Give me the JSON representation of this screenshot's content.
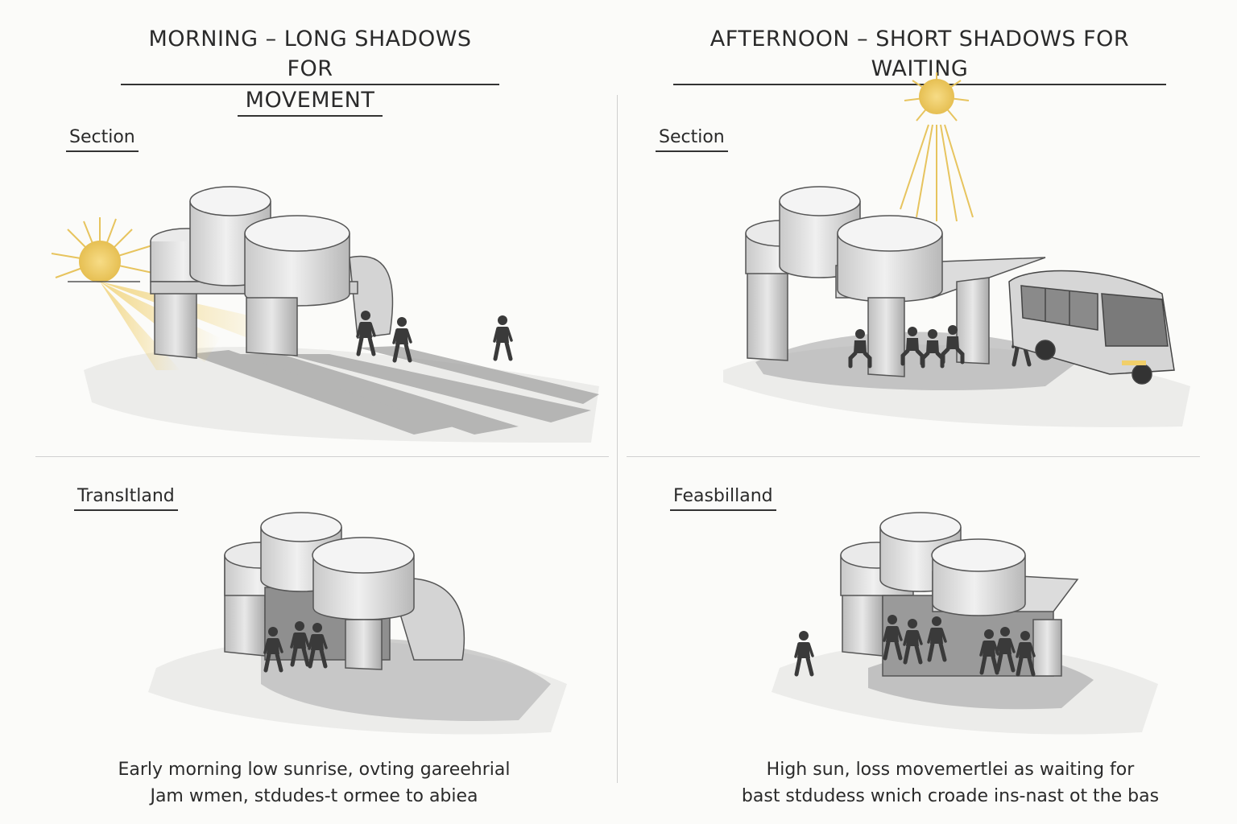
{
  "panels": {
    "morning": {
      "title_line1": "MORNING – LONG SHADOWS FOR",
      "title_line2": "MOVEMENT",
      "top_label": "Section",
      "bottom_label": "TransItland",
      "caption_line1": "Early morning low sunrise, ovting gareehrial",
      "caption_line2": "Jam wmen, stdudes-t ormee to abiea"
    },
    "afternoon": {
      "title": "AFTERNOON – SHORT SHADOWS FOR WAITING",
      "top_label": "Section",
      "bottom_label": "Feasbilland",
      "caption_line1": "High sun, loss movemertlei as waiting for",
      "caption_line2": "bast stdudess wnich croade ins-nast ot the bas"
    }
  },
  "colors": {
    "sun": "#f1cf6a",
    "sun_rays": "#e7c45e",
    "ink": "#2a2a2a",
    "concrete": "#d8d8d8",
    "shadow": "#9a9a9a"
  },
  "icons": [
    "sun-icon",
    "bus-icon",
    "person-icon"
  ]
}
